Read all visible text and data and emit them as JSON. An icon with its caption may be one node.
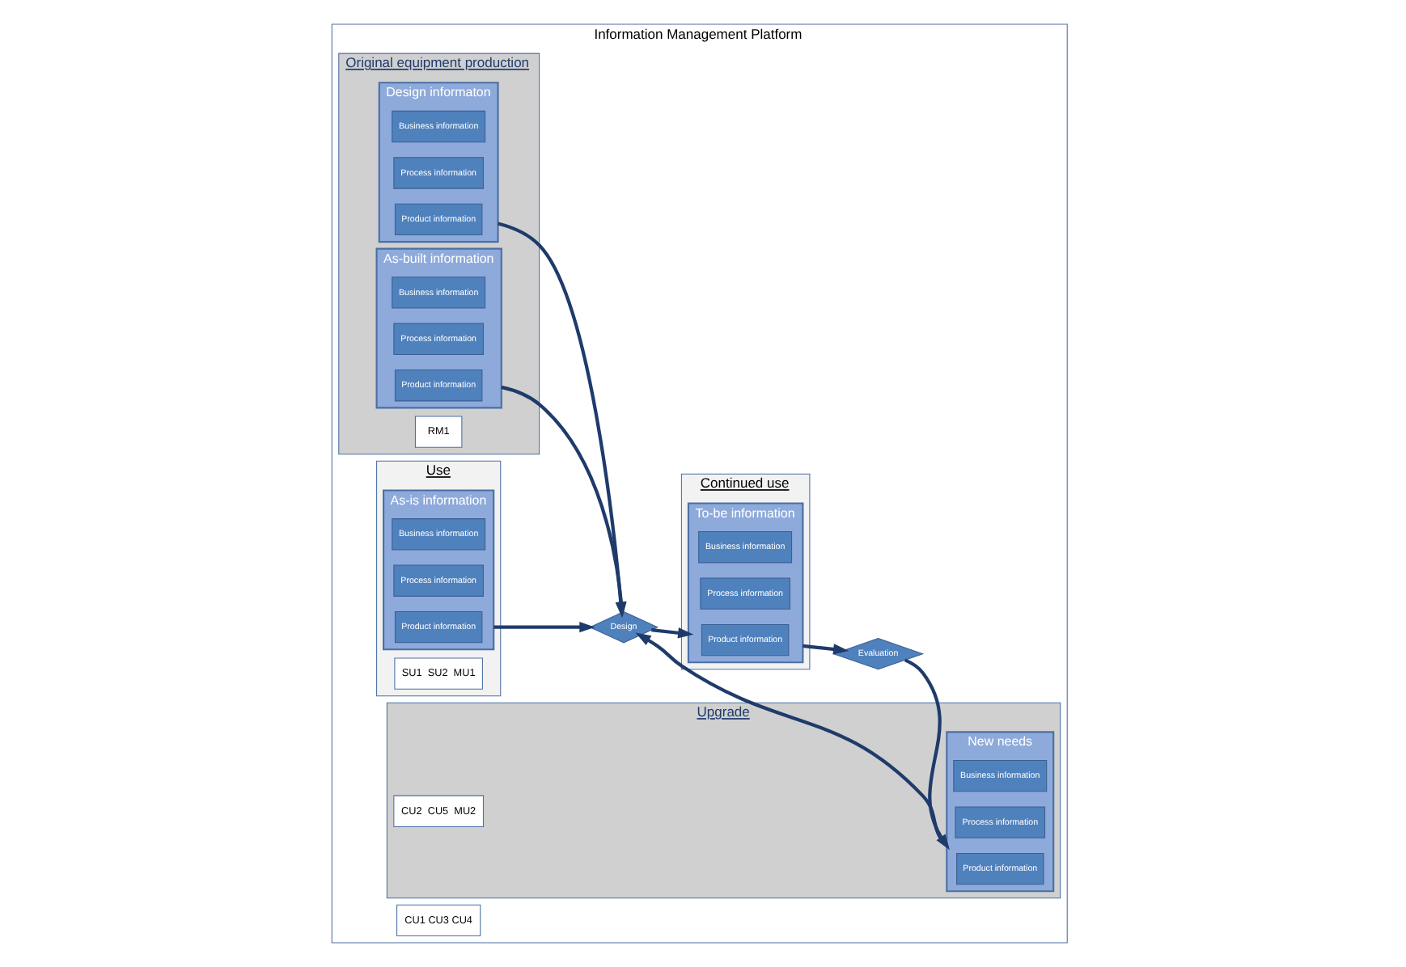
{
  "diagram": {
    "nodes": [
      {
        "text": [
          "Information Management Platform"
        ]
      },
      {
        "text": [
          "Original equipment production"
        ],
        "in": 0
      },
      {
        "text": [
          "Design informaton"
        ],
        "in": 1
      },
      {
        "text": [
          "Business information"
        ],
        "in": 2
      },
      {
        "text": [
          "Process information"
        ],
        "in": 2
      },
      {
        "text": [
          "Product information"
        ],
        "in": 2
      },
      {
        "text": [
          "As-built information"
        ],
        "in": 1
      },
      {
        "text": [
          "Business information"
        ],
        "in": 6
      },
      {
        "text": [
          "Process information"
        ],
        "in": 6
      },
      {
        "text": [
          "Product information"
        ],
        "in": 6
      },
      {
        "text": [
          "RM1"
        ],
        "in": 1
      },
      {
        "text": [
          "Use"
        ],
        "in": 0
      },
      {
        "text": [
          "As-is information"
        ],
        "in": 11
      },
      {
        "text": [
          "Business information"
        ],
        "in": 12
      },
      {
        "text": [
          "Process information"
        ],
        "in": 12
      },
      {
        "text": [
          "Product information"
        ],
        "in": 12
      },
      {
        "text": [
          "SU1  SU2  MU1"
        ],
        "in": 11
      },
      {
        "text": [
          "Upgrade"
        ],
        "in": 0
      },
      {
        "text": [
          "Evaluation"
        ],
        "in": 0
      },
      {
        "text": [
          "New needs"
        ],
        "in": 17
      },
      {
        "text": [
          "Business information"
        ],
        "in": 19
      },
      {
        "text": [
          "Process information"
        ],
        "in": 19
      },
      {
        "text": [
          "Product information"
        ],
        "in": 19
      },
      {
        "text": [
          "CU2  CU5  MU2"
        ],
        "in": 17
      },
      {
        "text": [
          "Design"
        ],
        "in": 0
      },
      {
        "text": [
          "Continued use"
        ],
        "in": 0
      },
      {
        "text": [
          "To-be information"
        ],
        "in": 25
      },
      {
        "text": [
          "Business information"
        ],
        "in": 26
      },
      {
        "text": [
          "Process information"
        ],
        "in": 26
      },
      {
        "text": [
          "Product information"
        ],
        "in": 26
      },
      {
        "text": [
          "CU1 CU3 CU4"
        ],
        "in": 0
      }
    ],
    "edges": [
      {
        "from": 2,
        "to": 24,
        "arrow": "to"
      },
      {
        "from": 6,
        "to": 24,
        "arrow": "to"
      },
      {
        "from": 12,
        "to": 24,
        "arrow": "to"
      },
      {
        "from": 19,
        "to": 24,
        "arrow": "to"
      },
      {
        "from": 24,
        "to": 26,
        "arrow": "to"
      },
      {
        "from": 26,
        "to": 18,
        "arrow": "to"
      },
      {
        "from": 18,
        "to": 19,
        "arrow": "to"
      }
    ]
  }
}
